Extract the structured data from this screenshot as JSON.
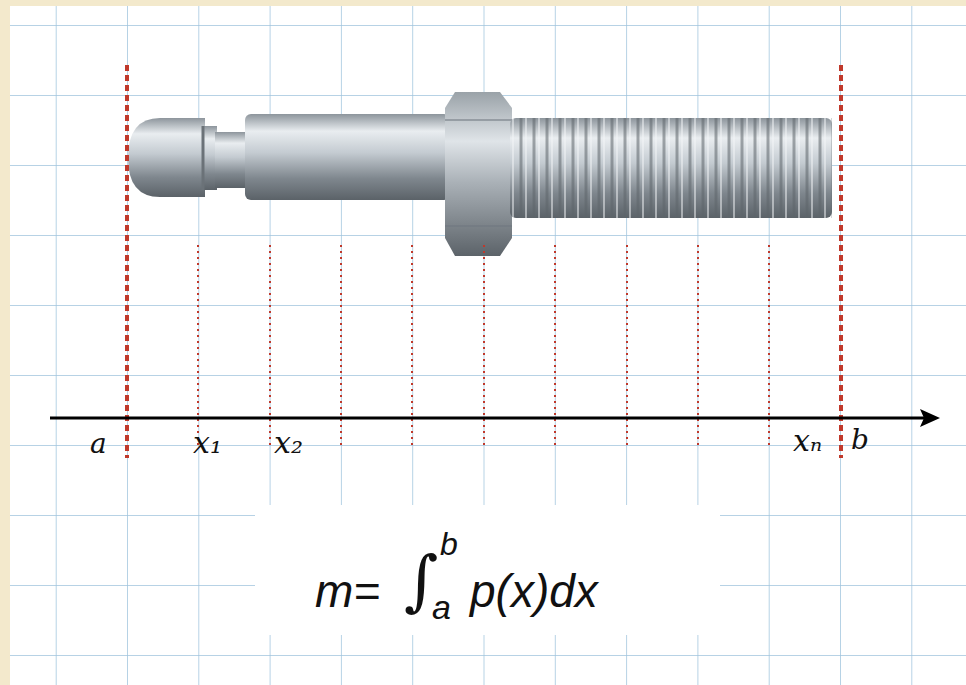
{
  "diagram": {
    "labels": [
      "a",
      "x₁",
      "x₂",
      "xₙ",
      "b",
      "m=",
      "∫",
      "b",
      "a",
      "p(x)dx"
    ]
  }
}
